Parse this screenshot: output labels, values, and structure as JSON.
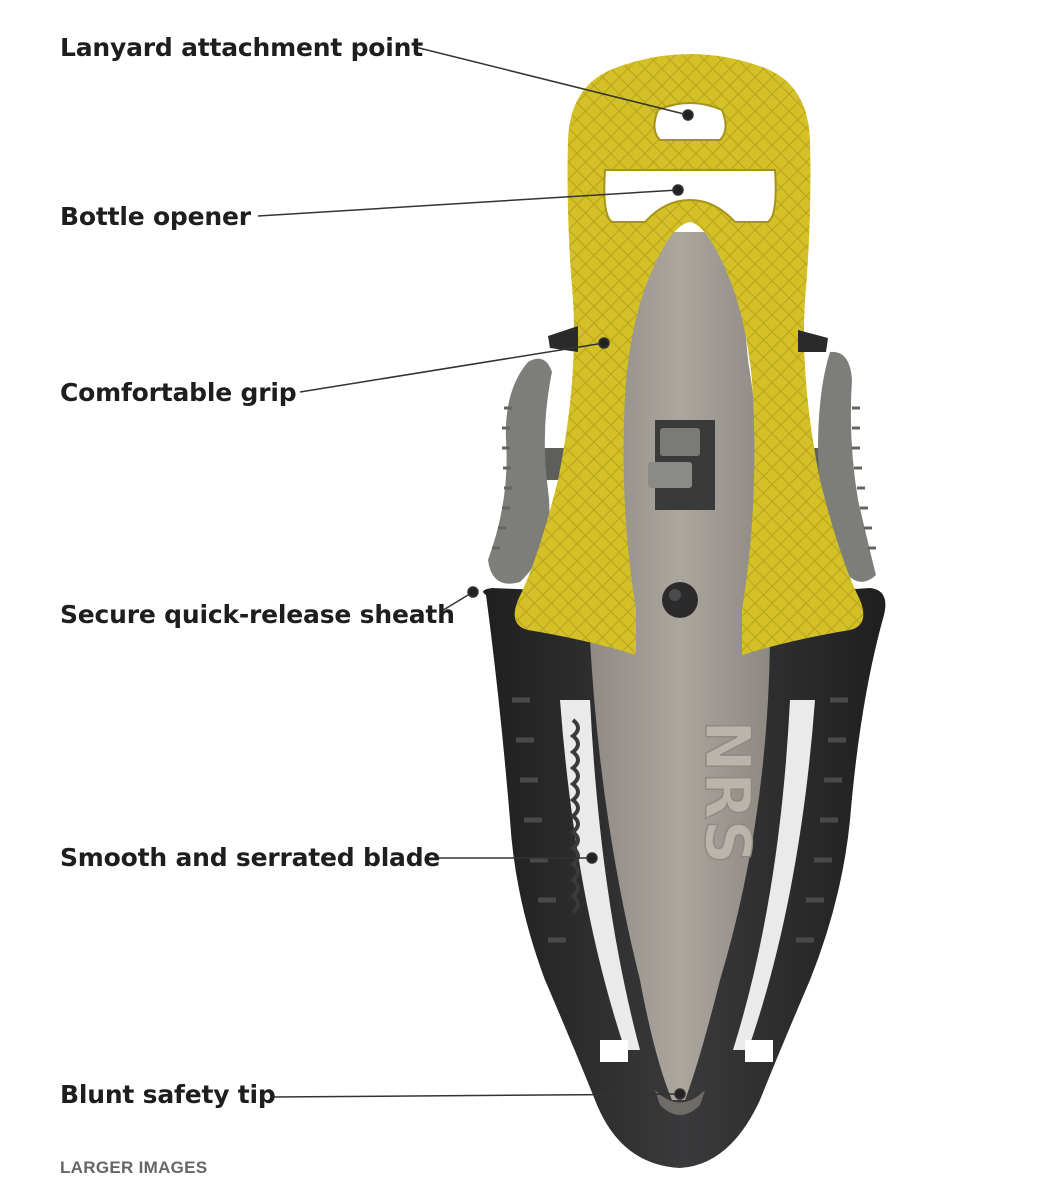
{
  "callouts": {
    "lanyard": "Lanyard attachment point",
    "opener": "Bottle opener",
    "grip": "Comfortable grip",
    "sheath": "Secure quick-release sheath",
    "blade": "Smooth and serrated blade",
    "tip": "Blunt safety tip"
  },
  "blade_logo": "NRS",
  "footer": {
    "link": "LARGER IMAGES"
  },
  "colors": {
    "handle": "#d4c128",
    "handle_shadow": "#b9a41c",
    "blade": "#a39f97",
    "sheath": "#2a2a2b",
    "clip": "#7d7e7a",
    "text": "#1e1e1e"
  }
}
